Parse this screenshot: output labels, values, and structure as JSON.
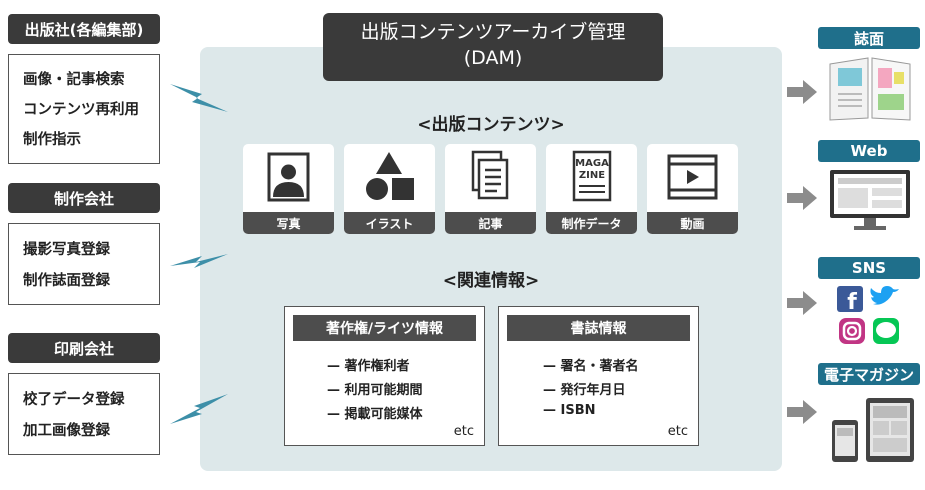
{
  "left": [
    {
      "org": "出版社(各編集部)",
      "items": [
        "画像・記事検索",
        "コンテンツ再利用",
        "制作指示"
      ]
    },
    {
      "org": "制作会社",
      "items": [
        "撮影写真登録",
        "制作誌面登録"
      ]
    },
    {
      "org": "印刷会社",
      "items": [
        "校了データ登録",
        "加工画像登録"
      ]
    }
  ],
  "center": {
    "title_line1": "出版コンテンツアーカイブ管理",
    "title_line2": "(DAM)",
    "contents_heading": "<出版コンテンツ>",
    "cards": [
      {
        "label": "写真",
        "icon": "photo-portrait-icon"
      },
      {
        "label": "イラスト",
        "icon": "shapes-icon"
      },
      {
        "label": "記事",
        "icon": "document-icon"
      },
      {
        "label": "制作データ",
        "icon": "magazine-icon",
        "cover_text_1": "MAGA",
        "cover_text_2": "ZINE"
      },
      {
        "label": "動画",
        "icon": "video-film-icon"
      }
    ],
    "related_heading": "<関連情報>",
    "rights": {
      "title": "著作権/ライツ情報",
      "items": [
        "著作権利者",
        "利用可能期間",
        "掲載可能媒体"
      ],
      "etc": "etc"
    },
    "biblio": {
      "title": "書誌情報",
      "items": [
        "署名・著者名",
        "発行年月日",
        "ISBN"
      ],
      "etc": "etc"
    }
  },
  "outputs": [
    {
      "label": "誌面",
      "icon": "magazine-pages-icon"
    },
    {
      "label": "Web",
      "icon": "desktop-monitor-icon"
    },
    {
      "label": "SNS",
      "icon": "social-media-icons"
    },
    {
      "label": "電子マガジン",
      "icon": "tablet-devices-icon"
    }
  ],
  "colors": {
    "panel": "#dde8ea",
    "dark": "#3a3a3a",
    "teal": "#1f6f8b",
    "lightning": "#3d8fa8",
    "arrow": "#8c8c8c"
  }
}
